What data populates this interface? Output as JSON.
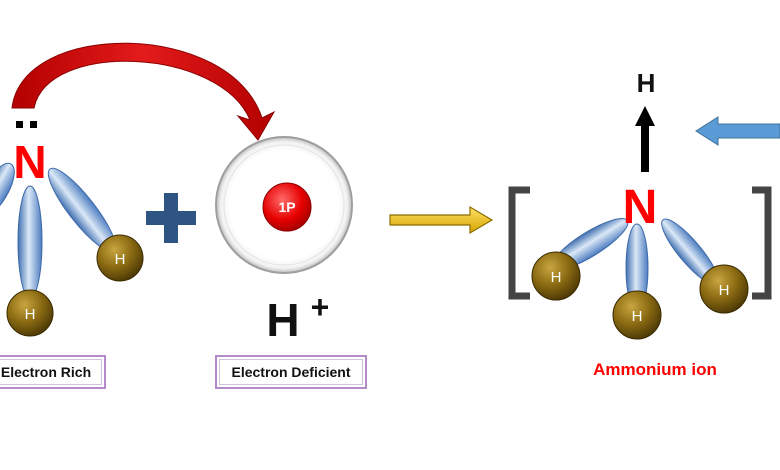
{
  "atoms": {
    "nitrogen": "N",
    "hydrogen": "H",
    "proton_core": "1P",
    "h_ion": "H",
    "h_ion_charge": "+"
  },
  "labels": {
    "electron_rich": "Electron Rich",
    "electron_deficient": "Electron Deficient",
    "product": "Ammonium ion"
  },
  "colors": {
    "nitrogen": "#ff0000",
    "curved_arrow": "#d40000",
    "plus_sign": "#2e5583",
    "bond_blue": "#5b8fd0",
    "hydrogen_gold": "#7a5c0a",
    "reaction_arrow": "#e6b800",
    "side_arrow": "#5b9bd5",
    "label_border": "#b58ac9",
    "product_label": "#ff0000"
  }
}
